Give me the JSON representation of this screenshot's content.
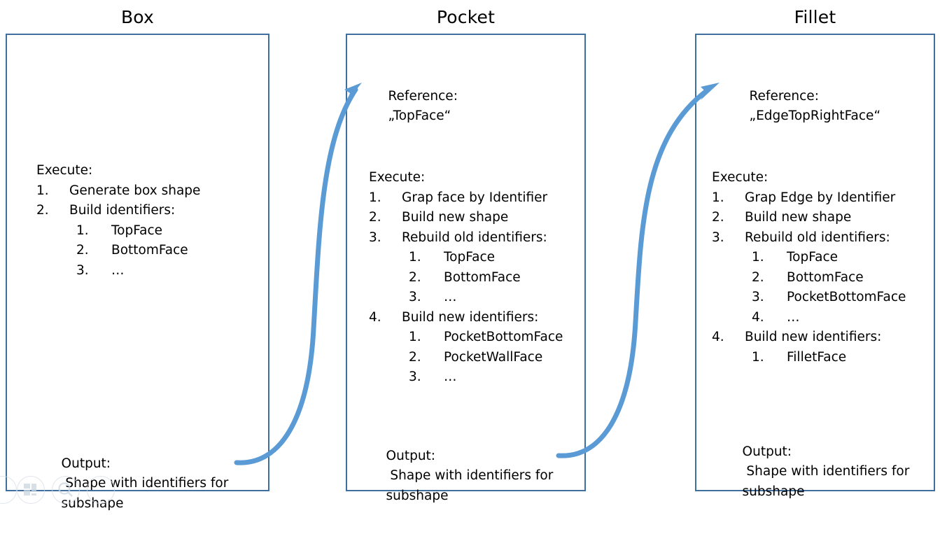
{
  "diagram": {
    "type": "process-flow",
    "accent_color": "#5b9bd5",
    "border_color": "#3e6f9e",
    "text_color": "#000000",
    "background": "#ffffff"
  },
  "columns": [
    {
      "id": "box",
      "title": "Box",
      "reference": null,
      "execute_label": "Execute:",
      "steps": [
        {
          "num": "1.",
          "text": "Generate box shape",
          "children": []
        },
        {
          "num": "2.",
          "text": "Build identifiers:",
          "children": [
            {
              "num": "1.",
              "text": "TopFace"
            },
            {
              "num": "2.",
              "text": "BottomFace"
            },
            {
              "num": "3.",
              "text": "…"
            }
          ]
        }
      ],
      "output_label": "Output:",
      "output_line1": " Shape with identifiers for",
      "output_line2": "subshape"
    },
    {
      "id": "pocket",
      "title": "Pocket",
      "reference": {
        "label": "Reference:",
        "value": "„TopFace“"
      },
      "execute_label": "Execute:",
      "steps": [
        {
          "num": "1.",
          "text": "Grap face by Identifier",
          "children": []
        },
        {
          "num": "2.",
          "text": "Build new shape",
          "children": []
        },
        {
          "num": "3.",
          "text": "Rebuild old identifiers:",
          "children": [
            {
              "num": "1.",
              "text": "TopFace"
            },
            {
              "num": "2.",
              "text": "BottomFace"
            },
            {
              "num": "3.",
              "text": "…"
            }
          ]
        },
        {
          "num": "4.",
          "text": "Build new identifiers:",
          "children": [
            {
              "num": "1.",
              "text": "PocketBottomFace"
            },
            {
              "num": "2.",
              "text": "PocketWallFace"
            },
            {
              "num": "3.",
              "text": "…"
            }
          ]
        }
      ],
      "output_label": "Output:",
      "output_line1": " Shape with identifiers for",
      "output_line2": "subshape"
    },
    {
      "id": "fillet",
      "title": "Fillet",
      "reference": {
        "label": "Reference:",
        "value": "„EdgeTopRightFace“"
      },
      "execute_label": "Execute:",
      "steps": [
        {
          "num": "1.",
          "text": "Grap Edge by Identifier",
          "children": []
        },
        {
          "num": "2.",
          "text": "Build new shape",
          "children": []
        },
        {
          "num": "3.",
          "text": "Rebuild old identifiers:",
          "children": [
            {
              "num": "1.",
              "text": "TopFace"
            },
            {
              "num": "2.",
              "text": "BottomFace"
            },
            {
              "num": "3.",
              "text": "PocketBottomFace"
            },
            {
              "num": "4.",
              "text": "…"
            }
          ]
        },
        {
          "num": "4.",
          "text": "Build new identifiers:",
          "children": [
            {
              "num": "1.",
              "text": "FilletFace"
            }
          ]
        }
      ],
      "output_label": "Output:",
      "output_line1": " Shape with identifiers for",
      "output_line2": "subshape"
    }
  ],
  "connectors": [
    {
      "id": "box-to-pocket",
      "from": "box",
      "to": "pocket",
      "style": "curved-arrow",
      "color": "#5b9bd5"
    },
    {
      "id": "pocket-to-fillet",
      "from": "pocket",
      "to": "fillet",
      "style": "curved-arrow",
      "color": "#5b9bd5"
    }
  ],
  "watermarks": [
    {
      "icon": "layout-blocks-icon"
    },
    {
      "icon": "magnifier-icon"
    },
    {
      "icon": "partial-circle-icon"
    },
    {
      "icon": "partial-circle-right-icon"
    }
  ]
}
